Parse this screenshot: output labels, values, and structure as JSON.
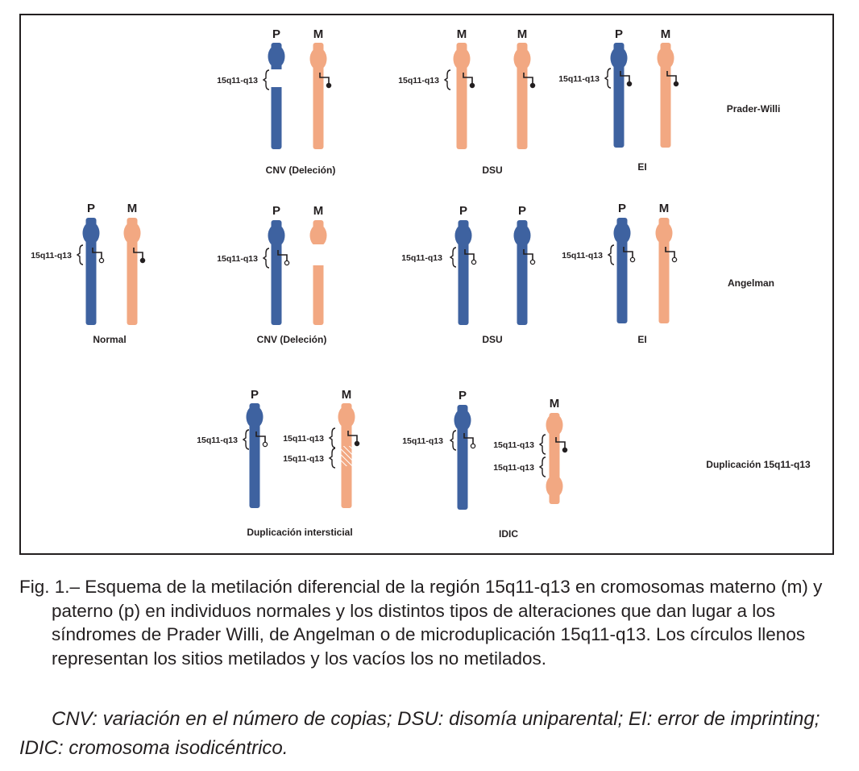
{
  "colors": {
    "paternal": "#3e62a0",
    "maternal": "#f2a882",
    "ink": "#231f20"
  },
  "figure": {
    "region_label": "15q11-q13",
    "labels": {
      "p": "P",
      "m": "M",
      "cnv": "CNV (Deleción)",
      "dsu": "DSU",
      "ei": "EI",
      "normal": "Normal",
      "dup_intersticial": "Duplicación intersticial",
      "idic": "IDIC"
    },
    "row_labels": {
      "prader_willi": "Prader-Willi",
      "angelman": "Angelman",
      "duplicacion": "Duplicación 15q11-q13"
    }
  },
  "caption": {
    "lead": "Fig. 1.– ",
    "text": "Esquema de la metilación diferencial de la región 15q11-q13 en cromosomas materno (m) y paterno (p) en individuos normales y los distintos tipos de alteraciones que dan lugar a los síndromes de Prader Willi, de Angelman o de microduplicación 15q11-q13. Los círculos llenos representan los sitios metilados y los vacíos los no metilados."
  },
  "legend": {
    "text_1": "CNV: variación en el número de copias; DSU: disomía uniparental; EI: error de imprinting",
    "text_2": "; IDIC: cromosoma isodicéntrico."
  }
}
